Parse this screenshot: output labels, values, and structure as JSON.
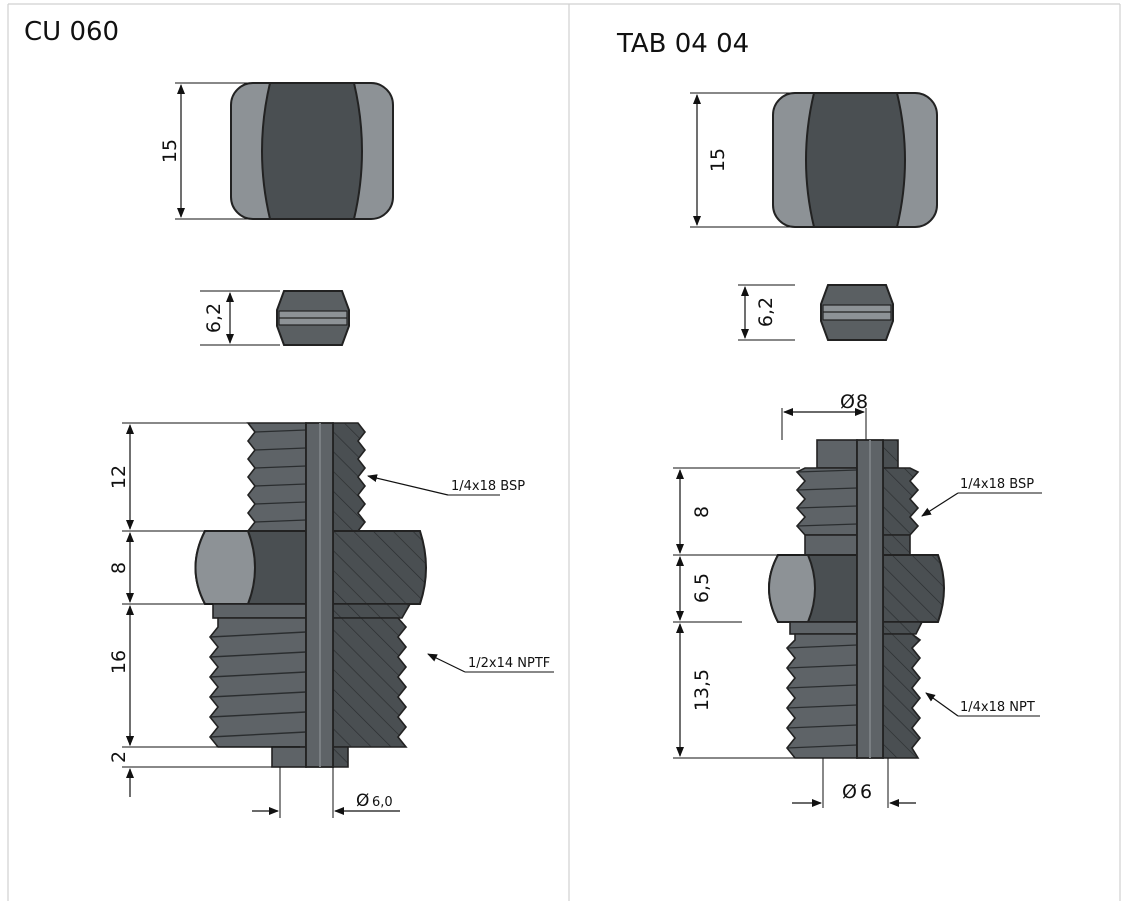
{
  "panels": [
    {
      "title": "CU 060",
      "dimensions": {
        "nut_height": "15",
        "ferrule_height": "6,2",
        "thread_top_length": "12",
        "hex_height": "8",
        "thread_bottom_length": "16",
        "tip_length": "2",
        "bore_diameter": "6,0"
      },
      "callouts": [
        "1/4x18 BSP",
        "1/2x14 NPTF"
      ]
    },
    {
      "title": "TAB 04 04",
      "dimensions": {
        "nut_height": "15",
        "ferrule_height": "6,2",
        "top_diameter": "8",
        "thread_top_length": "8",
        "hex_height": "6,5",
        "thread_bottom_length": "13,5",
        "bore_diameter": "6"
      },
      "callouts": [
        "1/4x18 BSP",
        "1/4x18 NPT"
      ]
    }
  ],
  "symbols": {
    "diameter": "Ø"
  },
  "colors": {
    "body_dark": "#4a4f52",
    "body_light": "#8d9296",
    "bore": "#5e6367",
    "outline": "#222222",
    "border": "#d0d0d0"
  }
}
